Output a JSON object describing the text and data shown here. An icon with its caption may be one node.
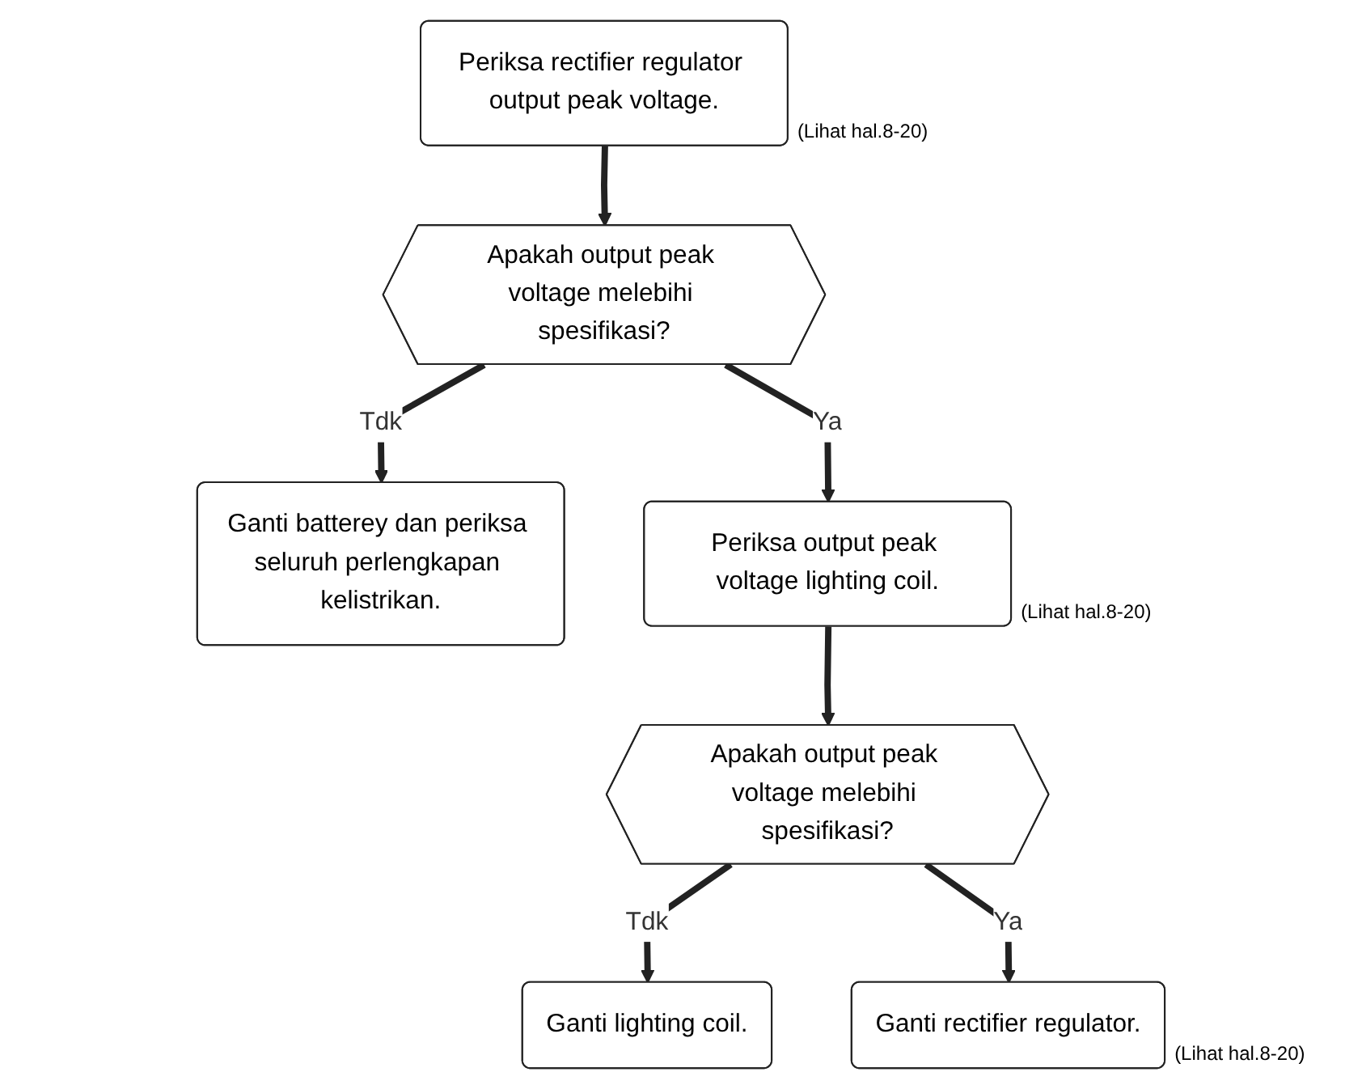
{
  "diagram": {
    "nodes": [
      {
        "text": [
          "Periksa rectifier regulator output peak voltage."
        ],
        "beside": [
          "(Lihat hal.8-20)"
        ]
      },
      {
        "text": [
          "Apakah output peak voltage melebihi spesifikasi?"
        ]
      },
      {
        "text": [
          "Ganti batterey dan periksa seluruh perlengkapan kelistrikan."
        ]
      },
      {
        "text": [
          "Periksa output peak voltage lighting coil."
        ],
        "beside": [
          "(Lihat hal.8-20)"
        ]
      },
      {
        "text": [
          "Apakah output peak voltage melebihi spesifikasi?"
        ]
      },
      {
        "text": [
          "Ganti lighting coil."
        ]
      },
      {
        "text": [
          "Ganti rectifier regulator."
        ],
        "beside": [
          "(Lihat hal.8-20)"
        ]
      }
    ],
    "edges": [
      {
        "from": 0,
        "to": 1,
        "arrow": "to"
      },
      {
        "from": 1,
        "to": 2,
        "arrow": "to",
        "label": "Tdk"
      },
      {
        "from": 1,
        "to": 3,
        "arrow": "to",
        "label": "Ya"
      },
      {
        "from": 3,
        "to": 4,
        "arrow": "to"
      },
      {
        "from": 4,
        "to": 5,
        "arrow": "to",
        "label": "Tdk"
      },
      {
        "from": 4,
        "to": 6,
        "arrow": "to",
        "label": "Ya"
      }
    ]
  }
}
